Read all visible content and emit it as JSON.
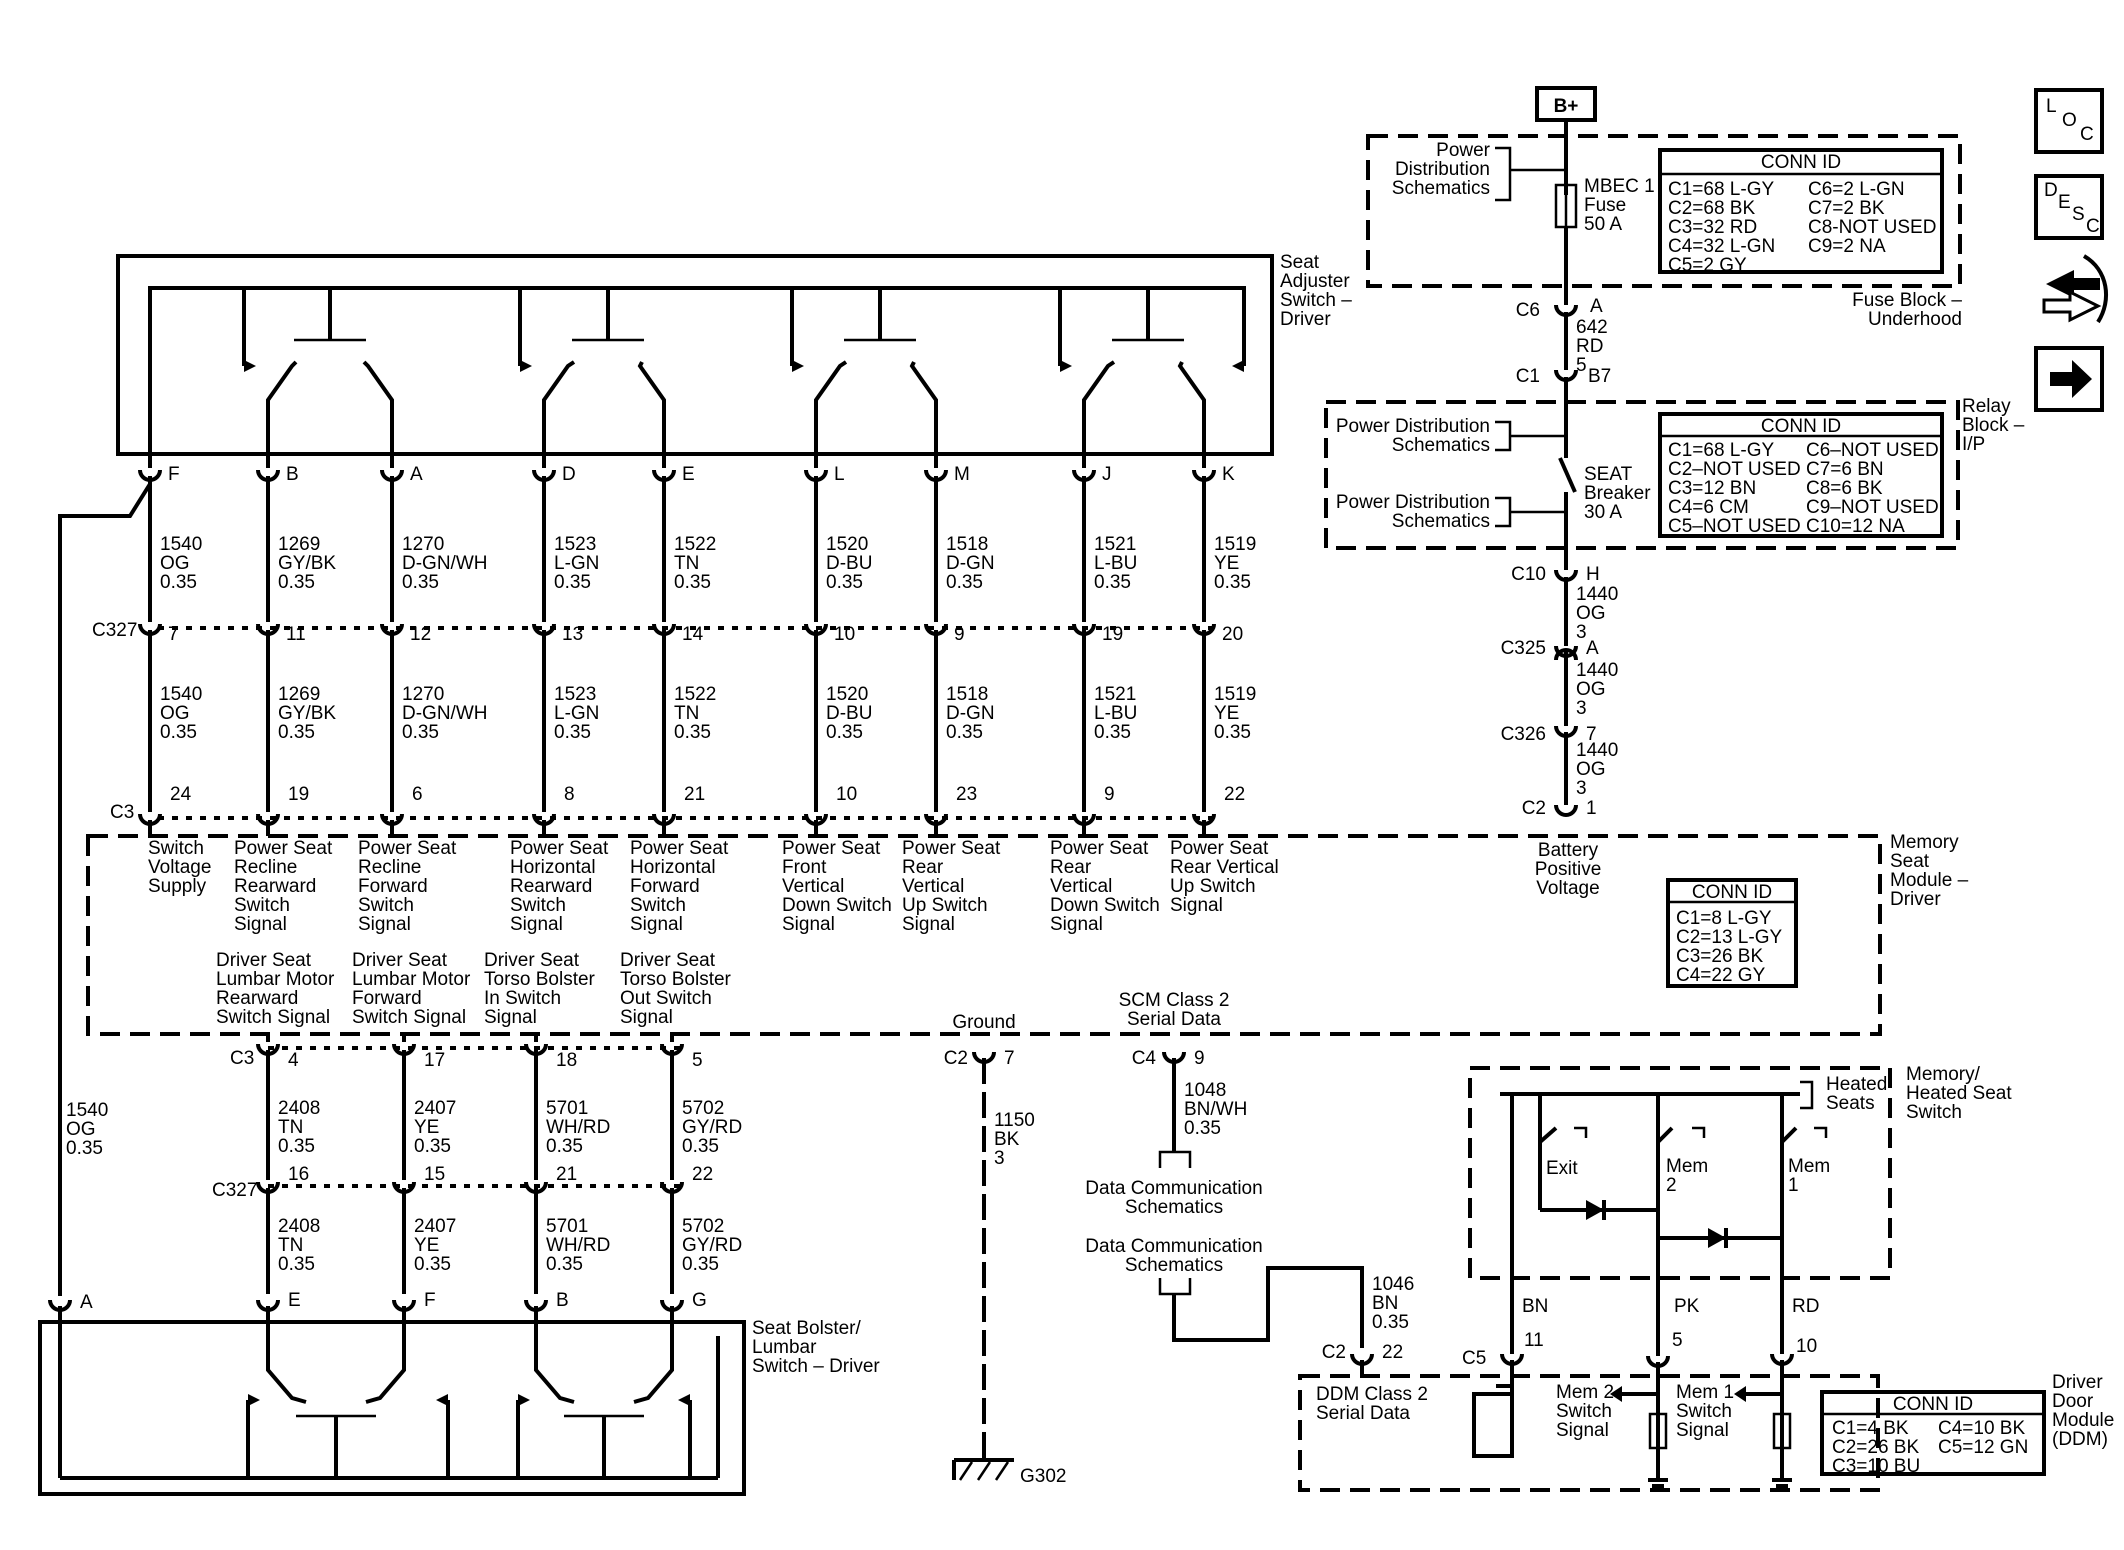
{
  "battery": {
    "label": "B+"
  },
  "fuse_block": {
    "name": "Fuse Block –\nUnderhood",
    "ref": "Power\nDistribution\nSchematics",
    "fuse": "MBEC 1\nFuse\n50 A",
    "conn_title": "CONN ID",
    "conn_left": [
      "C1=68 L-GY",
      "C2=68 BK",
      "C3=32 RD",
      "C4=32 L-GN",
      "C5=2 GY"
    ],
    "conn_right": [
      "C6=2 L-GN",
      "C7=2 BK",
      "C8-NOT USED",
      "C9=2 NA"
    ]
  },
  "relay_block": {
    "name": "Relay\nBlock –\nI/P",
    "ref1": "Power Distribution\nSchematics",
    "ref2": "Power Distribution\nSchematics",
    "breaker": "SEAT\nBreaker\n30 A",
    "conn_title": "CONN ID",
    "conn_left": [
      "C1=68 L-GY",
      "C2–NOT USED",
      "C3=12 BN",
      "C4=6 CM",
      "C5–NOT USED"
    ],
    "conn_right": [
      "C6–NOT USED",
      "C7=6 BN",
      "C8=6 BK",
      "C9–NOT USED",
      "C10=12 NA"
    ]
  },
  "feed": {
    "c6": "C6",
    "c6_pin": "A",
    "wire1": "642\nRD\n5",
    "c1": "C1",
    "c1_pin": "B7",
    "c10": "C10",
    "c10_pin": "H",
    "wire2": "1440\nOG\n3",
    "c325": "C325",
    "c325_pin": "A",
    "wire3": "1440\nOG\n3",
    "c326": "C326",
    "c326_pin": "7",
    "wire4": "1440\nOG\n3",
    "c2": "C2",
    "c2_pin": "1",
    "bpv": "Battery\nPositive\nVoltage"
  },
  "seat_switch": {
    "name": "Seat\nAdjuster\nSwitch –\nDriver"
  },
  "memory_module": {
    "name": "Memory\nSeat\nModule –\nDriver",
    "conn_title": "CONN ID",
    "conn": [
      "C1=8 L-GY",
      "C2=13 L-GY",
      "C3=26 BK",
      "C4=22 GY"
    ]
  },
  "connectors": {
    "c327": "C327",
    "c3": "C3",
    "c3b": "C3",
    "c327b": "C327"
  },
  "channels": [
    {
      "pin": "F",
      "wire": "1540\nOG\n0.35",
      "c327": "7",
      "c3": "24",
      "signal": "Switch\nVoltage\nSupply"
    },
    {
      "pin": "B",
      "wire": "1269\nGY/BK\n0.35",
      "c327": "11",
      "c3": "19",
      "signal": "Power Seat\nRecline\nRearward\nSwitch\nSignal"
    },
    {
      "pin": "A",
      "wire": "1270\nD-GN/WH\n0.35",
      "c327": "12",
      "c3": "6",
      "signal": "Power Seat\nRecline\nForward\nSwitch\nSignal"
    },
    {
      "pin": "D",
      "wire": "1523\nL-GN\n0.35",
      "c327": "13",
      "c3": "8",
      "signal": "Power Seat\nHorizontal\nRearward\nSwitch\nSignal"
    },
    {
      "pin": "E",
      "wire": "1522\nTN\n0.35",
      "c327": "14",
      "c3": "21",
      "signal": "Power Seat\nHorizontal\nForward\nSwitch\nSignal"
    },
    {
      "pin": "L",
      "wire": "1520\nD-BU\n0.35",
      "c327": "10",
      "c3": "10",
      "signal": "Power Seat\nFront\nVertical\nDown Switch\nSignal"
    },
    {
      "pin": "M",
      "wire": "1518\nD-GN\n0.35",
      "c327": "9",
      "c3": "23",
      "signal": "Power Seat\nRear\nVertical\nUp Switch\nSignal"
    },
    {
      "pin": "J",
      "wire": "1521\nL-BU\n0.35",
      "c327": "19",
      "c3": "9",
      "signal": "Power Seat\nRear\nVertical\nDown Switch\nSignal"
    },
    {
      "pin": "K",
      "wire": "1519\nYE\n0.35",
      "c327": "20",
      "c3": "22",
      "signal": "Power Seat\nRear Vertical\nUp Switch\nSignal"
    }
  ],
  "lumbar_channels": [
    {
      "signal": "Driver Seat\nLumbar Motor\nRearward\nSwitch Signal",
      "c3": "4",
      "wire": "2408\nTN\n0.35",
      "c327": "16",
      "pin": "E"
    },
    {
      "signal": "Driver Seat\nLumbar Motor\nForward\nSwitch Signal",
      "c3": "17",
      "wire": "2407\nYE\n0.35",
      "c327": "15",
      "pin": "F"
    },
    {
      "signal": "Driver Seat\nTorso Bolster\nIn Switch\nSignal",
      "c3": "18",
      "wire": "5701\nWH/RD\n0.35",
      "c327": "21",
      "pin": "B"
    },
    {
      "signal": "Driver Seat\nTorso Bolster\nOut Switch\nSignal",
      "c3": "5",
      "wire": "5702\nGY/RD\n0.35",
      "c327": "22",
      "pin": "G"
    }
  ],
  "supply_wire": "1540\nOG\n0.35",
  "bolster_switch": {
    "name": "Seat Bolster/\nLumbar\nSwitch – Driver",
    "pin_a": "A"
  },
  "ground": {
    "label": "Ground",
    "conn": "C2",
    "pin": "7",
    "wire": "1150\nBK\n3",
    "g": "G302"
  },
  "scm": {
    "label": "SCM Class 2\nSerial Data",
    "conn": "C4",
    "pin": "9",
    "wire": "1048\nBN/WH\n0.35",
    "ref1": "Data Communication\nSchematics",
    "ref2": "Data Communication\nSchematics",
    "wire2": "1046\nBN\n0.35"
  },
  "ddm": {
    "name": "Driver\nDoor\nModule\n(DDM)",
    "serial": "DDM Class 2\nSerial Data",
    "c2": "C2",
    "c2_pin": "22",
    "c5": "C5",
    "mem2": "Mem 2\nSwitch\nSignal",
    "mem1": "Mem 1\nSwitch\nSignal",
    "conn_title": "CONN ID",
    "conn_left": [
      "C1=4 BK",
      "C2=26 BK",
      "C3=10 BU"
    ],
    "conn_right": [
      "C4=10 BK",
      "C5=12 GN"
    ]
  },
  "heated_switch": {
    "name": "Memory/\nHeated Seat\nSwitch",
    "heated": "Heated\nSeats",
    "exit": "Exit",
    "mem2": "Mem\n2",
    "mem1": "Mem\n1",
    "bn": "BN",
    "pk": "PK",
    "rd": "RD",
    "pin11": "11",
    "pin5": "5",
    "pin10": "10"
  },
  "nav": {
    "loc": "LOC",
    "desc": "DESC"
  }
}
